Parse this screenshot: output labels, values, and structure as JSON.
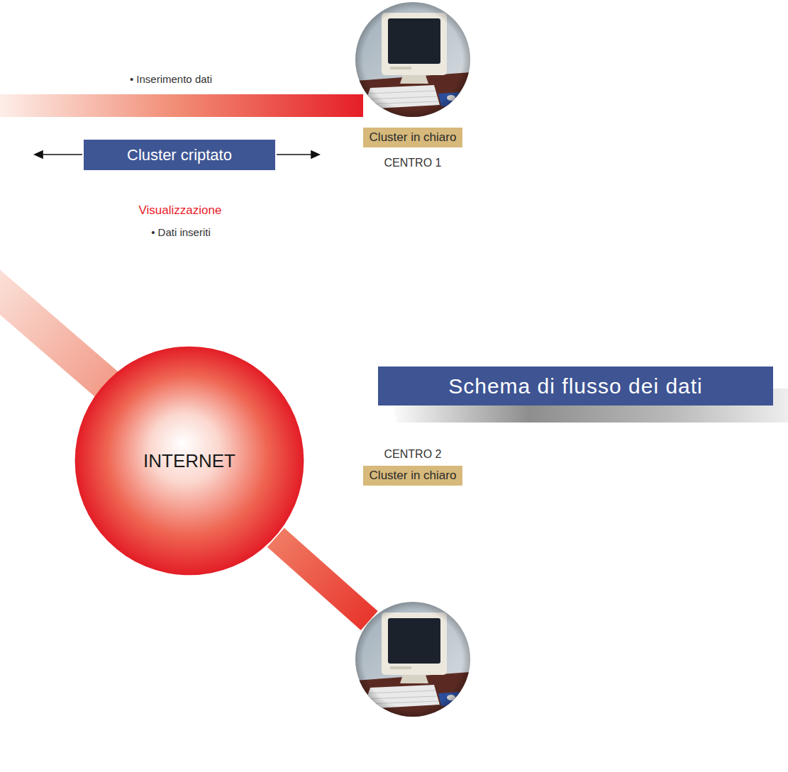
{
  "diagram": {
    "title": "Schema di flusso dei dati",
    "nodes": [
      {
        "text": [
          "Cluster criptato"
        ]
      },
      {
        "text": [
          "Cluster in chiaro",
          "CENTRO 1"
        ]
      },
      {
        "text": [
          "INTERNET"
        ]
      },
      {
        "text": [
          "CENTRO 2",
          "Cluster in chiaro"
        ]
      }
    ],
    "edges": [
      {
        "from": 2,
        "to": 3,
        "arrow": "none"
      }
    ],
    "labels": [
      "• Inserimento dati",
      "Visualizzazione",
      "• Dati inseriti"
    ]
  }
}
